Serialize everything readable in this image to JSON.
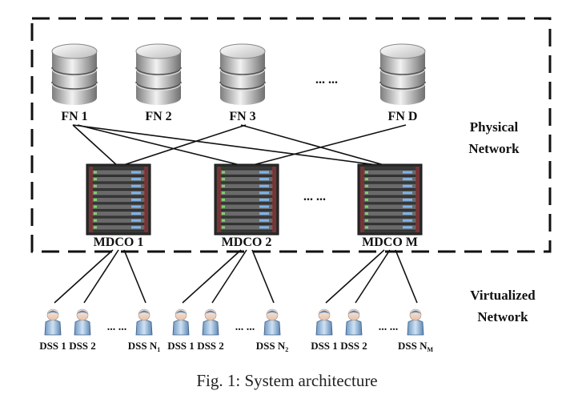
{
  "physical_network": {
    "label_line1": "Physical",
    "label_line2": "Network",
    "fog_nodes": [
      "FN 1",
      "FN 2",
      "FN 3",
      "FN D"
    ],
    "fn_ellipsis": "... ...",
    "mdcos": [
      "MDCO 1",
      "MDCO 2",
      "MDCO M"
    ],
    "mdco_ellipsis": "... ...",
    "links": [
      {
        "fn": "FN 1",
        "mdco": "MDCO 1"
      },
      {
        "fn": "FN 1",
        "mdco": "MDCO 2"
      },
      {
        "fn": "FN 1",
        "mdco": "MDCO M"
      },
      {
        "fn": "FN 3",
        "mdco": "MDCO 1"
      },
      {
        "fn": "FN 3",
        "mdco": "MDCO M"
      },
      {
        "fn": "FN D",
        "mdco": "MDCO 2"
      }
    ]
  },
  "virtualized_network": {
    "label_line1": "Virtualized",
    "label_line2": "Network",
    "groups": [
      {
        "mdco": "MDCO 1",
        "dss": [
          "DSS 1",
          "DSS 2",
          "DSS N"
        ],
        "sub": "1",
        "ellipsis": "... ..."
      },
      {
        "mdco": "MDCO 2",
        "dss": [
          "DSS 1",
          "DSS 2",
          "DSS N"
        ],
        "sub": "2",
        "ellipsis": "... ..."
      },
      {
        "mdco": "MDCO M",
        "dss": [
          "DSS 1",
          "DSS 2",
          "DSS N"
        ],
        "sub": "M",
        "ellipsis": "... ..."
      }
    ]
  },
  "caption": "Fig. 1: System architecture",
  "colors": {
    "border": "#111111",
    "line": "#111111",
    "db_light": "#eeeeee",
    "db_dark": "#8a8a8a",
    "server_body": "#2b2b2b",
    "user_blue": "#a9c8e6",
    "user_dark": "#4a6f96"
  }
}
